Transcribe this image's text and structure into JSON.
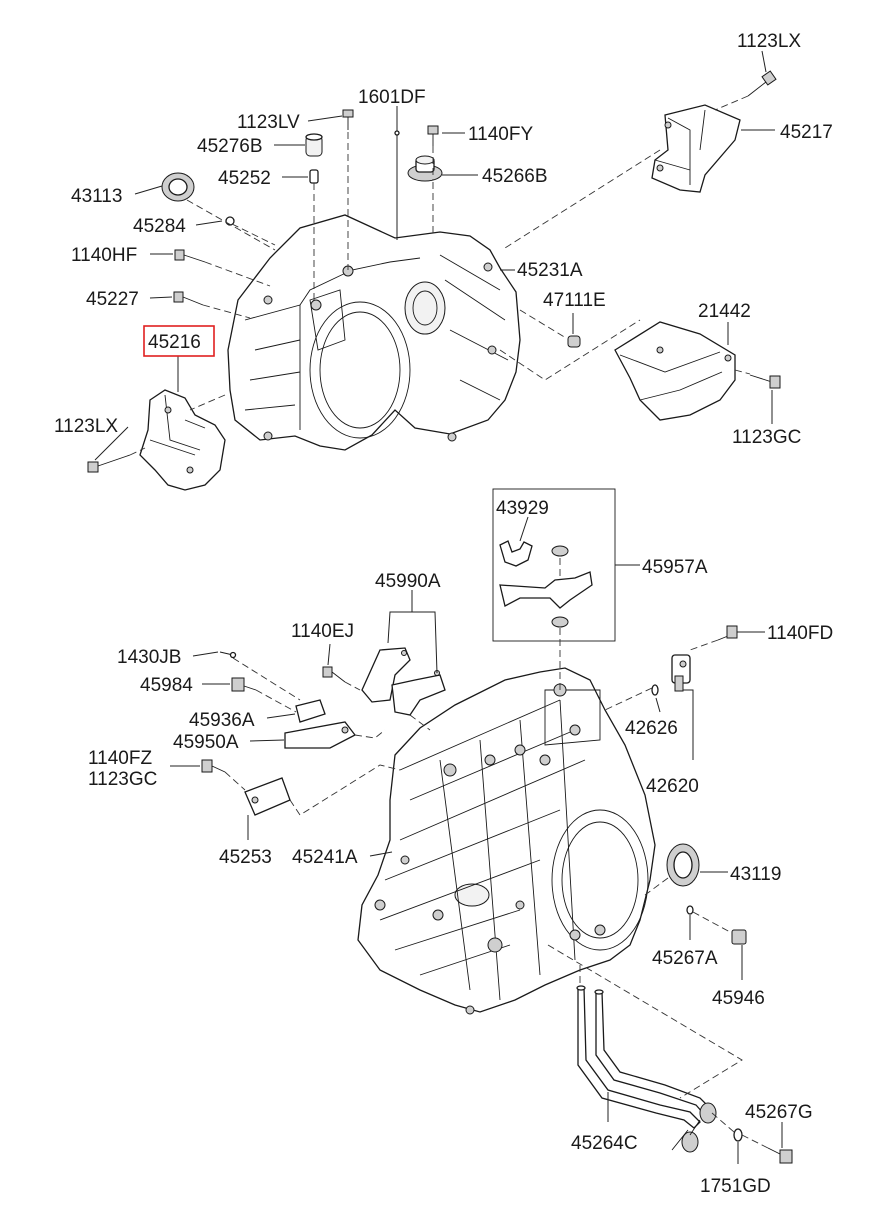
{
  "highlight_color": "#e02020",
  "labels": {
    "l_1123LX_top": "1123LX",
    "l_45217": "45217",
    "l_1601DF": "1601DF",
    "l_1123LV": "1123LV",
    "l_45276B": "45276B",
    "l_1140FY": "1140FY",
    "l_43113": "43113",
    "l_45252": "45252",
    "l_45266B": "45266B",
    "l_45284": "45284",
    "l_1140HF": "1140HF",
    "l_45231A": "45231A",
    "l_45227": "45227",
    "l_47111E": "47111E",
    "l_21442": "21442",
    "l_45216": "45216",
    "l_1123LX_left": "1123LX",
    "l_1123GC_right": "1123GC",
    "l_43929": "43929",
    "l_45957A": "45957A",
    "l_45990A": "45990A",
    "l_1140EJ": "1140EJ",
    "l_1140FD": "1140FD",
    "l_1430JB": "1430JB",
    "l_45984": "45984",
    "l_45936A": "45936A",
    "l_42626": "42626",
    "l_45950A": "45950A",
    "l_1140FZ": "1140FZ",
    "l_1123GC_left": "1123GC",
    "l_42620": "42620",
    "l_45253": "45253",
    "l_45241A": "45241A",
    "l_43119": "43119",
    "l_45267A": "45267A",
    "l_45946": "45946",
    "l_45267G": "45267G",
    "l_45264C": "45264C",
    "l_1751GD": "1751GD"
  }
}
